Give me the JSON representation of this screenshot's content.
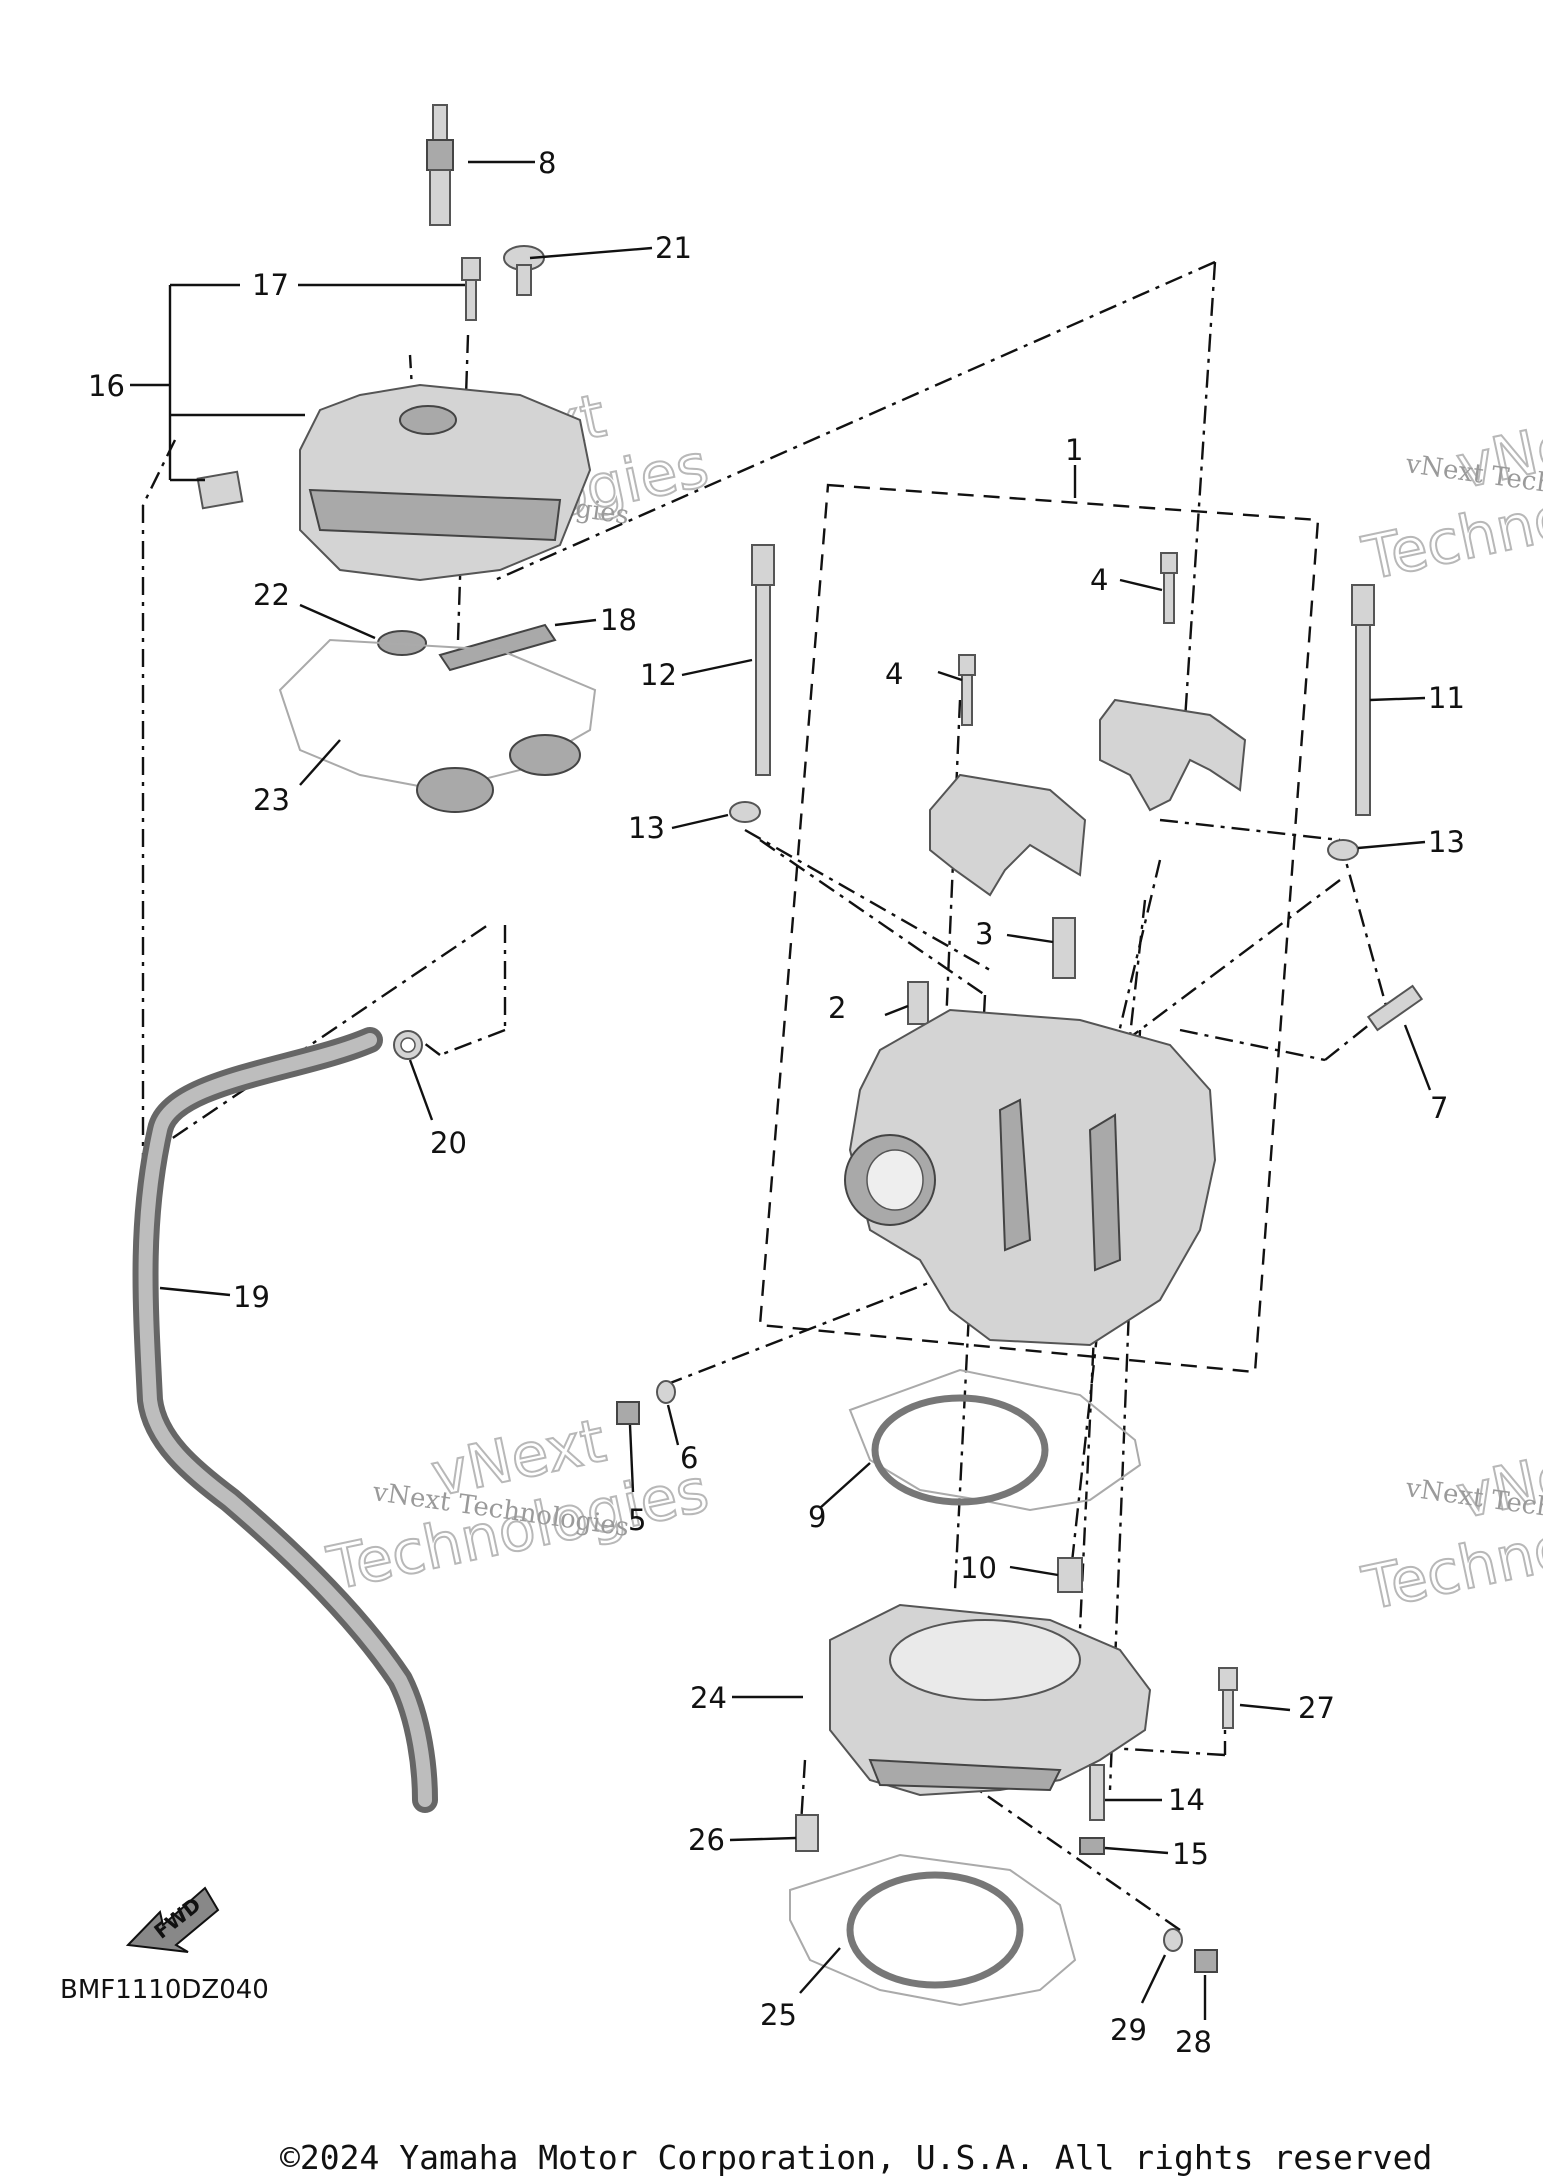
{
  "labels": [
    "1",
    "2",
    "3",
    "4",
    "4",
    "5",
    "6",
    "7",
    "8",
    "9",
    "10",
    "11",
    "12",
    "13",
    "13",
    "14",
    "15",
    "16",
    "17",
    "18",
    "19",
    "20",
    "21",
    "22",
    "23",
    "24",
    "25",
    "26",
    "27",
    "28",
    "29"
  ],
  "watermark": {
    "line1": "vNext",
    "line2": "Technologies",
    "small": "vNext Technologies"
  },
  "drawing_code": "BMF1110DZ040",
  "fwd_text": "FWD",
  "copyright": "©2024 Yamaha Motor Corporation, U.S.A. All rights reserved"
}
